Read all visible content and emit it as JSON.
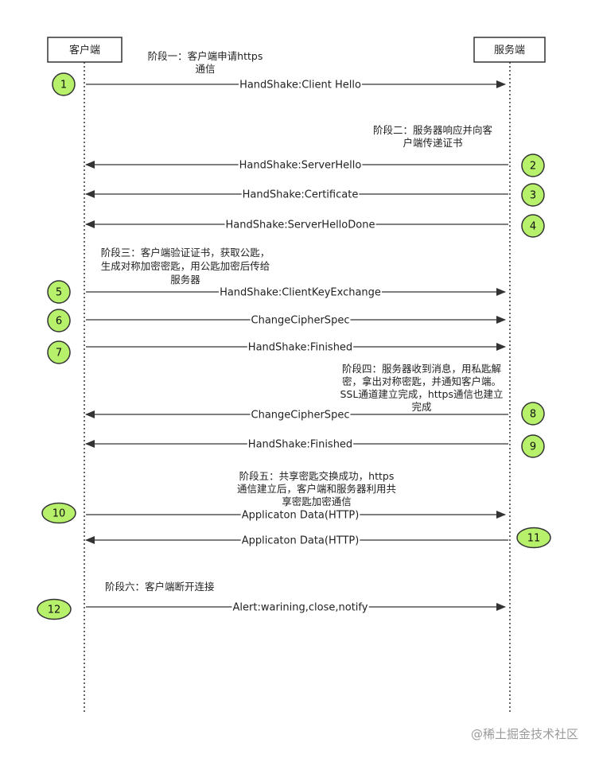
{
  "participants": {
    "client": "客户端",
    "server": "服务端"
  },
  "phases": [
    {
      "id": "p1",
      "lines": [
        "阶段一：客户端申请https",
        "通信"
      ]
    },
    {
      "id": "p2",
      "lines": [
        "阶段二：服务器响应并向客",
        "户端传递证书"
      ]
    },
    {
      "id": "p3",
      "lines": [
        "阶段三：客户端验证证书，获取公匙，",
        "生成对称加密密匙，用公匙加密后传给",
        "服务器"
      ]
    },
    {
      "id": "p4",
      "lines": [
        "阶段四：服务器收到消息，用私匙解",
        "密，拿出对称密匙，并通知客户端。",
        "SSL通道建立完成，https通信也建立",
        "完成"
      ]
    },
    {
      "id": "p5",
      "lines": [
        "阶段五：共享密匙交换成功，https",
        "通信建立后，客户端和服务器利用共",
        "享密匙加密通信"
      ]
    },
    {
      "id": "p6",
      "lines": [
        "阶段六：客户端断开连接"
      ]
    }
  ],
  "messages": [
    {
      "step": "1",
      "label": "HandShake:Client Hello",
      "direction": "client-to-server"
    },
    {
      "step": "2",
      "label": "HandShake:ServerHello",
      "direction": "server-to-client"
    },
    {
      "step": "3",
      "label": "HandShake:Certificate",
      "direction": "server-to-client"
    },
    {
      "step": "4",
      "label": "HandShake:ServerHelloDone",
      "direction": "server-to-client"
    },
    {
      "step": "5",
      "label": "HandShake:ClientKeyExchange",
      "direction": "client-to-server"
    },
    {
      "step": "6",
      "label": "ChangeCipherSpec",
      "direction": "client-to-server"
    },
    {
      "step": "7",
      "label": "HandShake:Finished",
      "direction": "client-to-server"
    },
    {
      "step": "8",
      "label": "ChangeCipherSpec",
      "direction": "server-to-client"
    },
    {
      "step": "9",
      "label": "HandShake:Finished",
      "direction": "server-to-client"
    },
    {
      "step": "10",
      "label": "Applicaton Data(HTTP)",
      "direction": "client-to-server"
    },
    {
      "step": "11",
      "label": "Applicaton Data(HTTP)",
      "direction": "server-to-client"
    },
    {
      "step": "12",
      "label": "Alert:warining,close,notify",
      "direction": "client-to-server"
    }
  ],
  "watermark": "@稀土掘金技术社区",
  "colors": {
    "step_circle": "#b7f06b",
    "line": "#333333",
    "watermark": "#9a9a9a"
  }
}
